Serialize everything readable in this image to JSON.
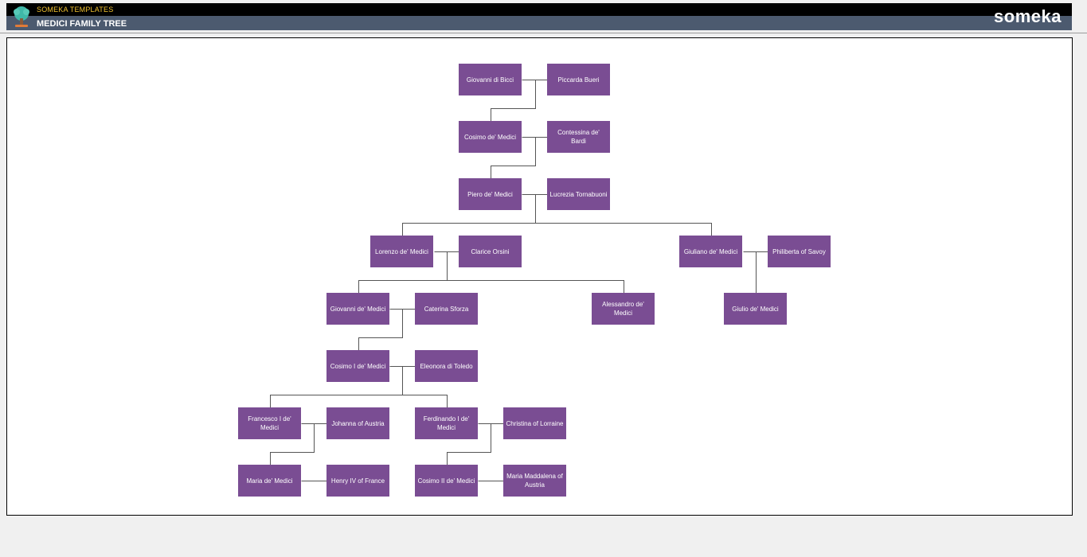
{
  "header": {
    "brand_small": "SOMEKA TEMPLATES",
    "title": "MEDICI FAMILY TREE",
    "logo": "someka",
    "logo_icon": "family-tree-icon"
  },
  "colors": {
    "person_box": "#7a4d93",
    "header_top": "#000000",
    "header_bar": "#4c5a6f",
    "brand_accent": "#f2c230"
  },
  "tree": {
    "giovanni_di_bicci": "Giovanni di Bicci",
    "piccarda_bueri": "Piccarda Bueri",
    "cosimo": "Cosimo de' Medici",
    "contessina": "Contessina de' Bardi",
    "piero": "Piero de' Medici",
    "lucrezia": "Lucrezia Tornabuoni",
    "lorenzo": "Lorenzo de' Medici",
    "clarice": "Clarice Orsini",
    "giuliano": "Giuliano de' Medici",
    "philiberta": "Philiberta of Savoy",
    "giovanni": "Giovanni de' Medici",
    "caterina": "Caterina Sforza",
    "alessandro": "Alessandro de' Medici",
    "giulio": "Giulio de' Medici",
    "cosimo_i": "Cosimo I de' Medici",
    "eleonora": "Eleonora di Toledo",
    "francesco": "Francesco I de' Medici",
    "johanna": "Johanna of Austria",
    "ferdinando": "Ferdinando I de' Medici",
    "christina": "Christina of Lorraine",
    "maria": "Maria de' Medici",
    "henry": "Henry IV of France",
    "cosimo_ii": "Cosimo II de' Medici",
    "maria_maddalena": "Maria Maddalena of Austria"
  }
}
